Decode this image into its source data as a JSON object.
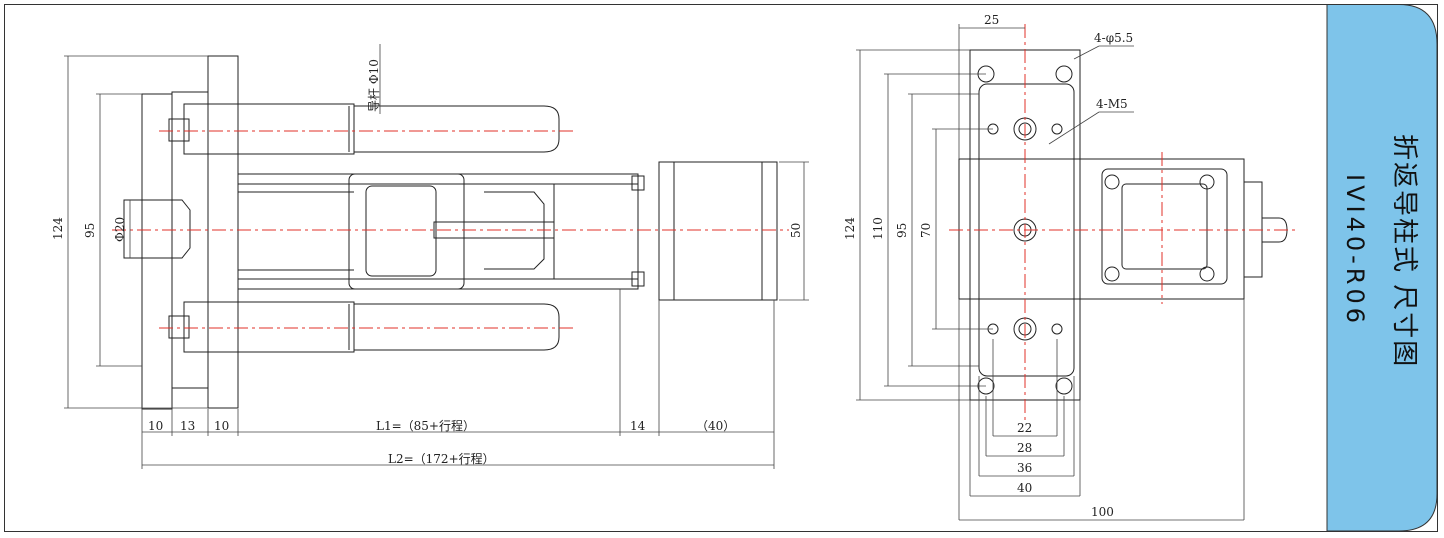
{
  "side_panel": {
    "title": "折返导柱式 尺寸图",
    "model": "IVI40-R06",
    "accent_color": "#7ec4ea"
  },
  "left_view": {
    "guide_rod_label": "导杆 Φ10",
    "shaft_label": "Φ20",
    "dim_124": "124",
    "dim_95": "95",
    "dim_50": "50",
    "dim_10a": "10",
    "dim_13": "13",
    "dim_10b": "10",
    "dim_L1": "L1=（85+行程）",
    "dim_14": "14",
    "dim_40": "（40）",
    "dim_L2": "L2=（172+行程）"
  },
  "right_view": {
    "dim_25": "25",
    "hole_label_1": "4-φ5.5",
    "hole_label_2": "4-M5",
    "dim_124": "124",
    "dim_110": "110",
    "dim_95": "95",
    "dim_70": "70",
    "dim_22": "22",
    "dim_28": "28",
    "dim_36": "36",
    "dim_40": "40",
    "dim_100": "100"
  }
}
